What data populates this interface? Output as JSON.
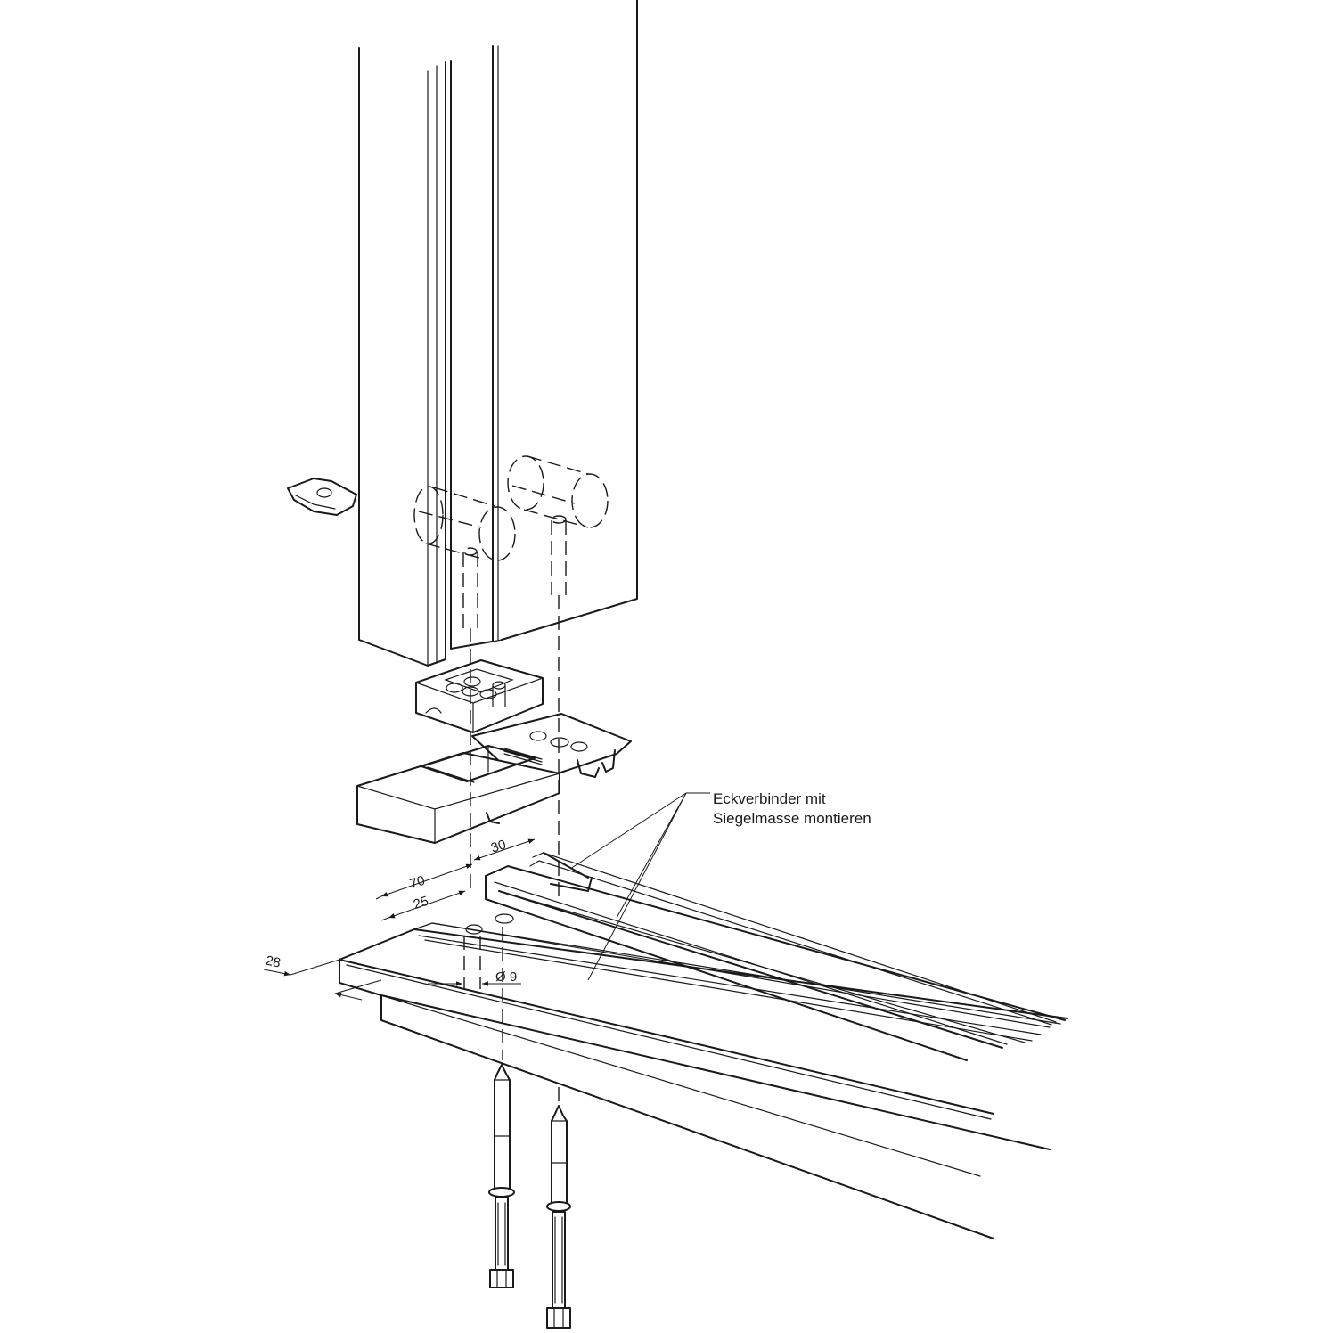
{
  "callout": {
    "line1": "Eckverbinder mit",
    "line2": "Siegelmasse montieren"
  },
  "dimensions": {
    "d30": "30",
    "d70": "70",
    "d25": "25",
    "d28": "28",
    "dia9": "Ø 9"
  },
  "colors": {
    "line": "#1a1a1a",
    "background": "#ffffff"
  }
}
